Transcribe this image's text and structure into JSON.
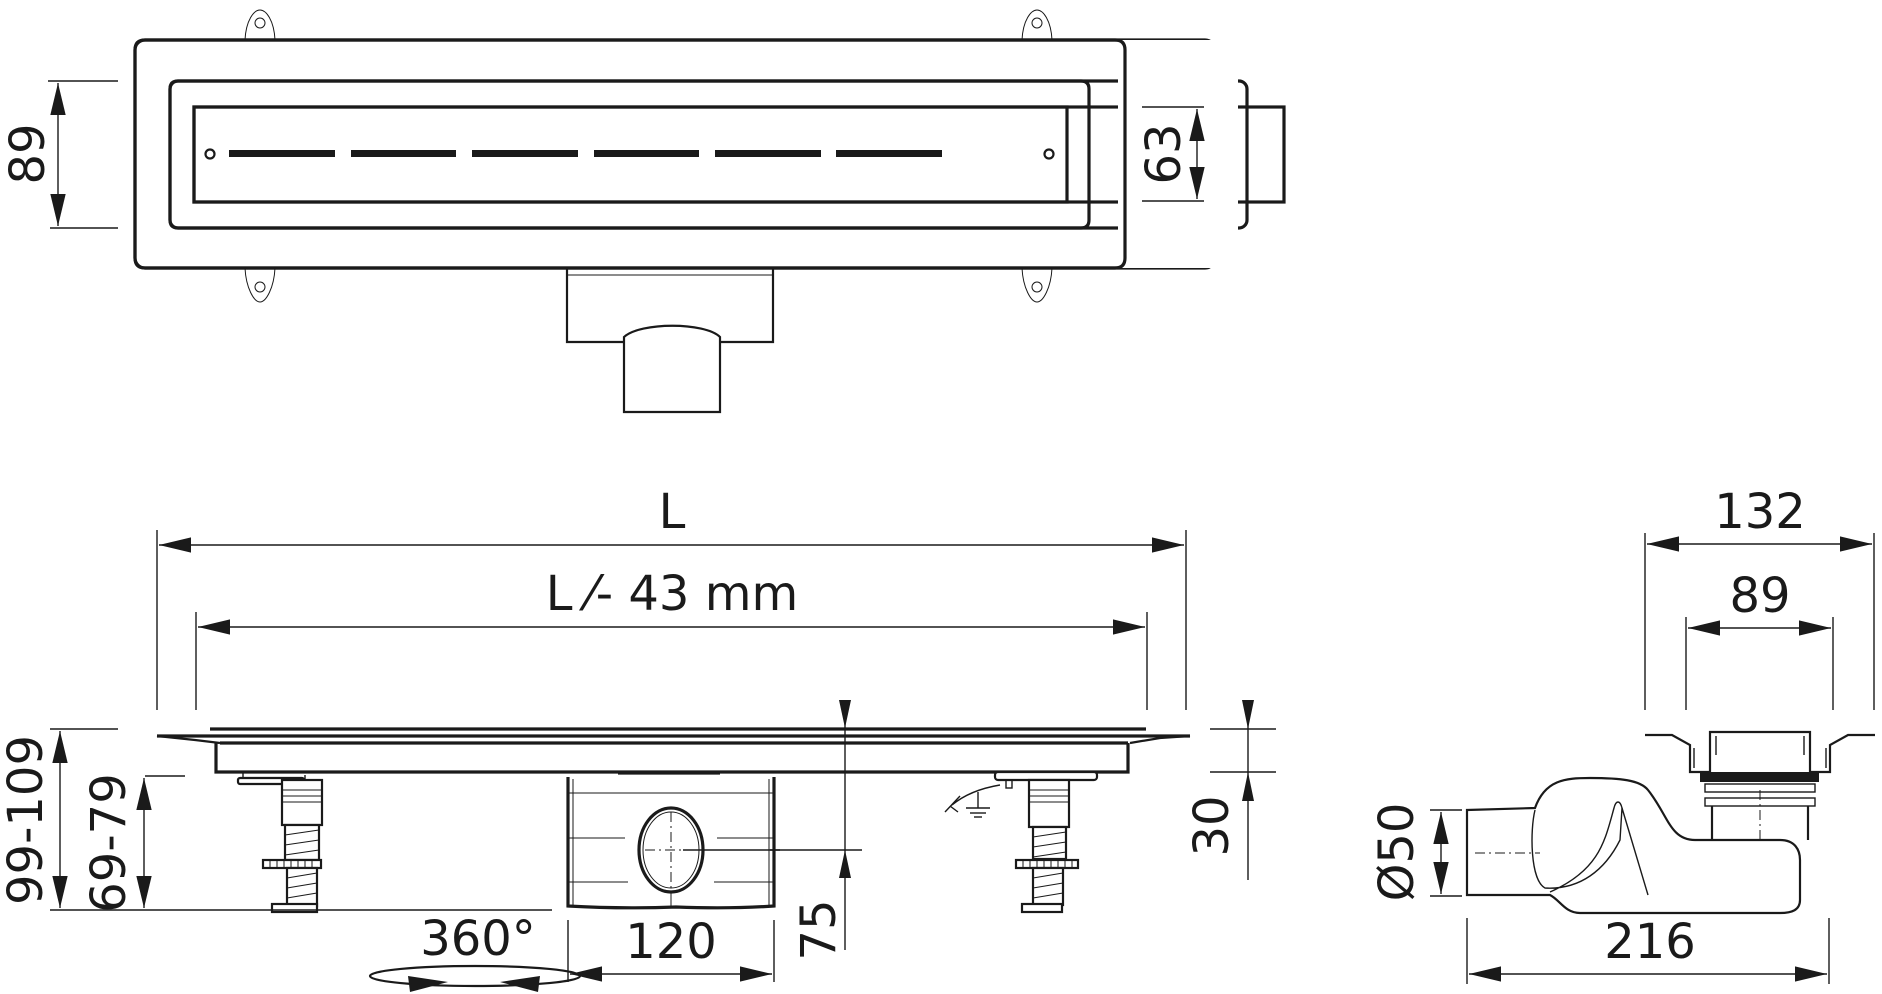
{
  "drawing": {
    "subject": "Linear shower drain technical drawing",
    "colors": {
      "line": "#1a1a1a",
      "background": "#ffffff"
    }
  },
  "top_view": {
    "dimensions": {
      "outer_frame_height": "89",
      "grate_height": "63"
    },
    "slot_count": 6,
    "screw_holes": 2,
    "mounting_tabs": 4
  },
  "front_view": {
    "dimensions": {
      "total_length": "L",
      "grate_length": "L ⁄- 43 mm",
      "total_height_range": "99-109",
      "body_height_range": "69-79",
      "outlet_width": "120",
      "outlet_center_height": "75",
      "rotation": "360°",
      "flange_height": "30"
    }
  },
  "side_view": {
    "dimensions": {
      "overall_width": "132",
      "channel_width": "89",
      "outlet_diameter": "Ø50",
      "siphon_length": "216"
    }
  }
}
